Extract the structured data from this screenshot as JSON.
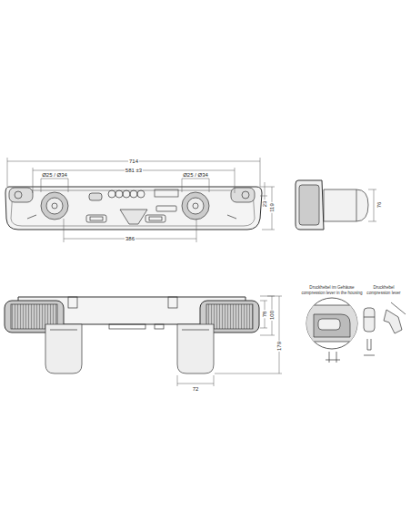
{
  "diagram": {
    "labels": [
      "714",
      "Ø25 / Ø34",
      "581 ±3",
      "Ø25 / Ø34",
      "23",
      "119",
      "386",
      "76",
      "78",
      "100",
      "179",
      "72",
      "Druckhebel im Gehäuse",
      "compression lever in the housing",
      "Druckhebel",
      "compression lever"
    ]
  }
}
